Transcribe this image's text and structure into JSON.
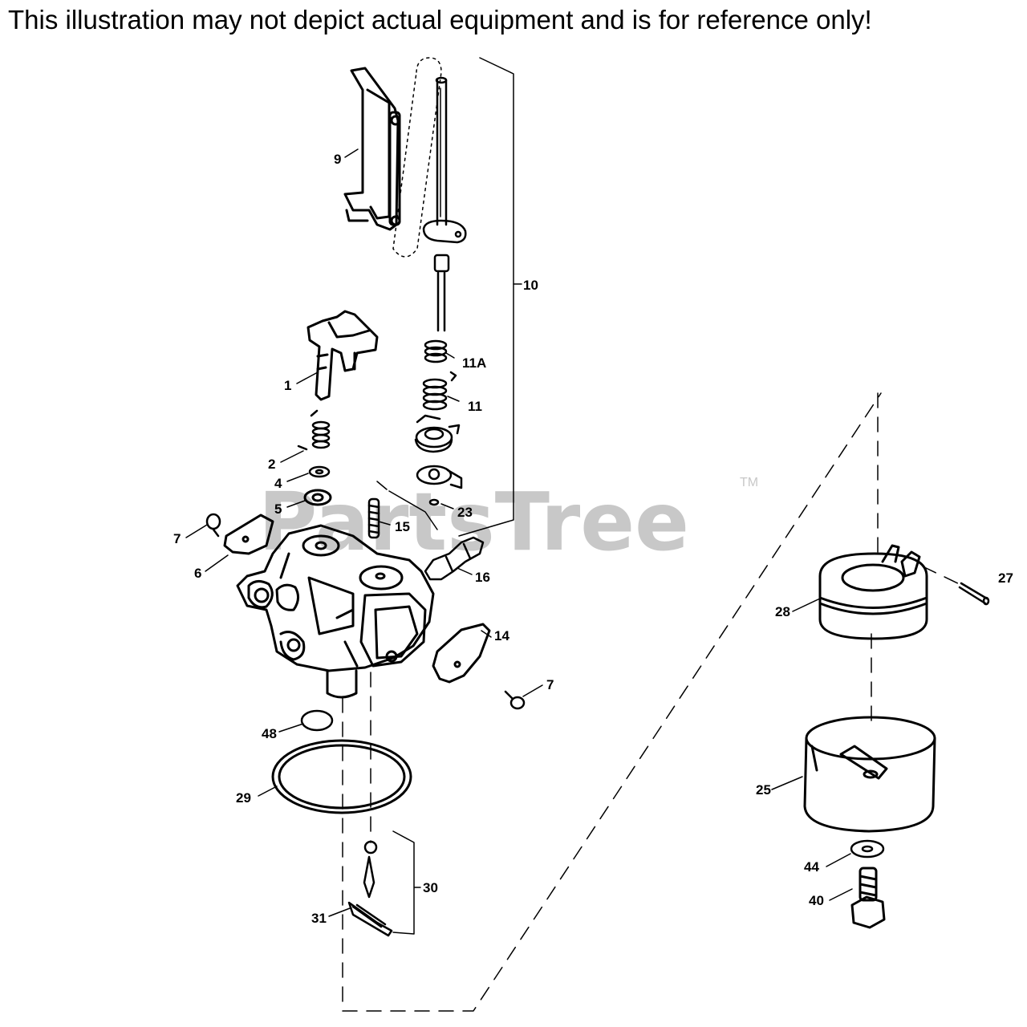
{
  "disclaimer": "This illustration may not depict actual equipment and is for reference only!",
  "watermark": {
    "text": "PartsTree",
    "trademark": "TM",
    "color": "#c8c8c8"
  },
  "line_color": "#000000",
  "callouts": {
    "p1": "1",
    "p2": "2",
    "p4": "4",
    "p5": "5",
    "p6": "6",
    "p7a": "7",
    "p7b": "7",
    "p9": "9",
    "p10": "10",
    "p11": "11",
    "p11a": "11A",
    "p14": "14",
    "p15": "15",
    "p16": "16",
    "p23": "23",
    "p25": "25",
    "p27": "27",
    "p28": "28",
    "p29": "29",
    "p30": "30",
    "p31": "31",
    "p40": "40",
    "p44": "44",
    "p48": "48"
  }
}
